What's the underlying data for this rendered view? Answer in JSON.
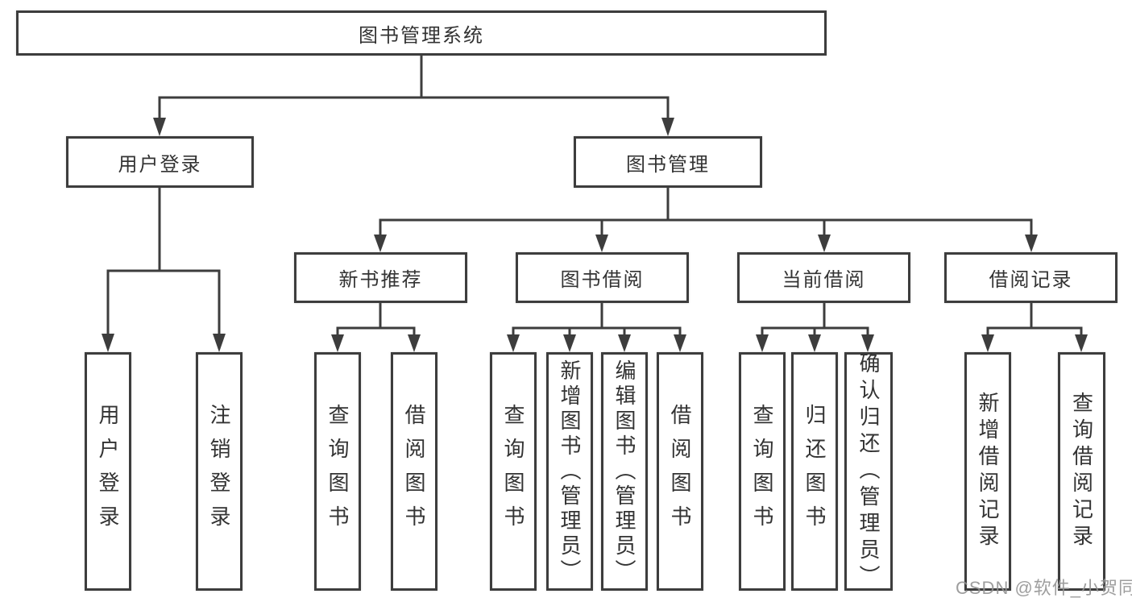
{
  "diagram": {
    "root": {
      "label": "图书管理系统",
      "children": [
        {
          "label": "用户登录",
          "children": [
            {
              "label": "用户登录"
            },
            {
              "label": "注销登录"
            }
          ]
        },
        {
          "label": "图书管理",
          "children": [
            {
              "label": "新书推荐",
              "children": [
                {
                  "label": "查询图书"
                },
                {
                  "label": "借阅图书"
                }
              ]
            },
            {
              "label": "图书借阅",
              "children": [
                {
                  "label": "查询图书"
                },
                {
                  "label": "新增图书（管理员）"
                },
                {
                  "label": "编辑图书（管理员）"
                },
                {
                  "label": "借阅图书"
                }
              ]
            },
            {
              "label": "当前借阅",
              "children": [
                {
                  "label": "查询图书"
                },
                {
                  "label": "归还图书"
                },
                {
                  "label": "确认归还（管理员）"
                }
              ]
            },
            {
              "label": "借阅记录",
              "children": [
                {
                  "label": "新增借阅记录"
                },
                {
                  "label": "查询借阅记录"
                }
              ]
            }
          ]
        }
      ]
    }
  },
  "watermark": {
    "text": "CSDN @软件_小贺同学"
  },
  "colors": {
    "line": "#3d3d3d",
    "box_border": "#3d3d3d",
    "text": "#333333",
    "watermark": "#949494",
    "background": "#ffffff"
  }
}
